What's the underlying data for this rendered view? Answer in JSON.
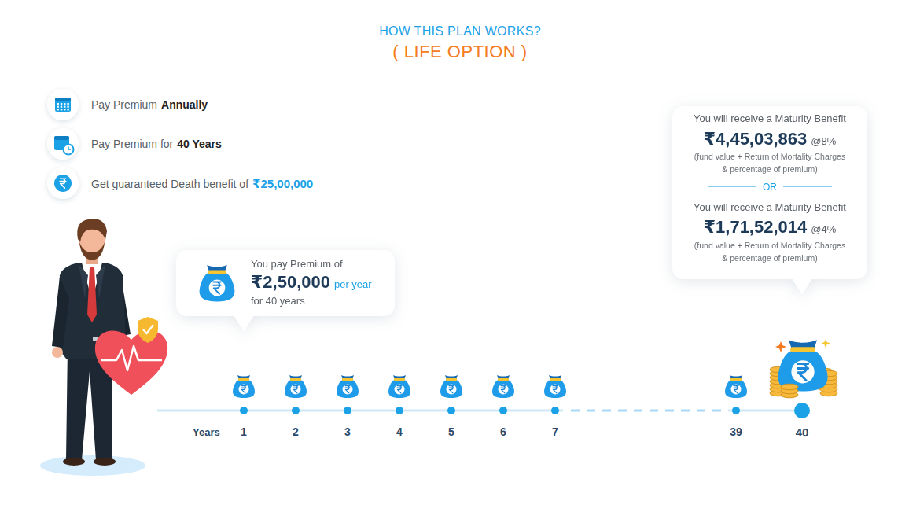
{
  "diagram": {
    "title": "HOW THIS PLAN WORKS?",
    "nodes": [
      {
        "text": [
          "You pay Premium of",
          "₹2,50,000",
          "per year",
          "for 40 years"
        ]
      },
      {
        "text": [
          "You will receive a Maturity Benefit",
          "₹4,45,03,863",
          "@8%",
          "(fund value + Return of Mortality Charges & percentage of premium)",
          "OR",
          "You will receive a Maturity Benefit",
          "₹1,71,52,014",
          "@4%",
          "(fund value + Return of Mortality Charges & percentage of premium)"
        ]
      }
    ],
    "labels": [
      "( LIFE OPTION )",
      "Pay Premium",
      "Annually",
      "Pay Premium for",
      "40 Years",
      "Get guaranteed Death benefit of",
      "₹25,00,000",
      "Years",
      "1",
      "2",
      "3",
      "4",
      "5",
      "6",
      "7",
      "39",
      "40"
    ]
  }
}
